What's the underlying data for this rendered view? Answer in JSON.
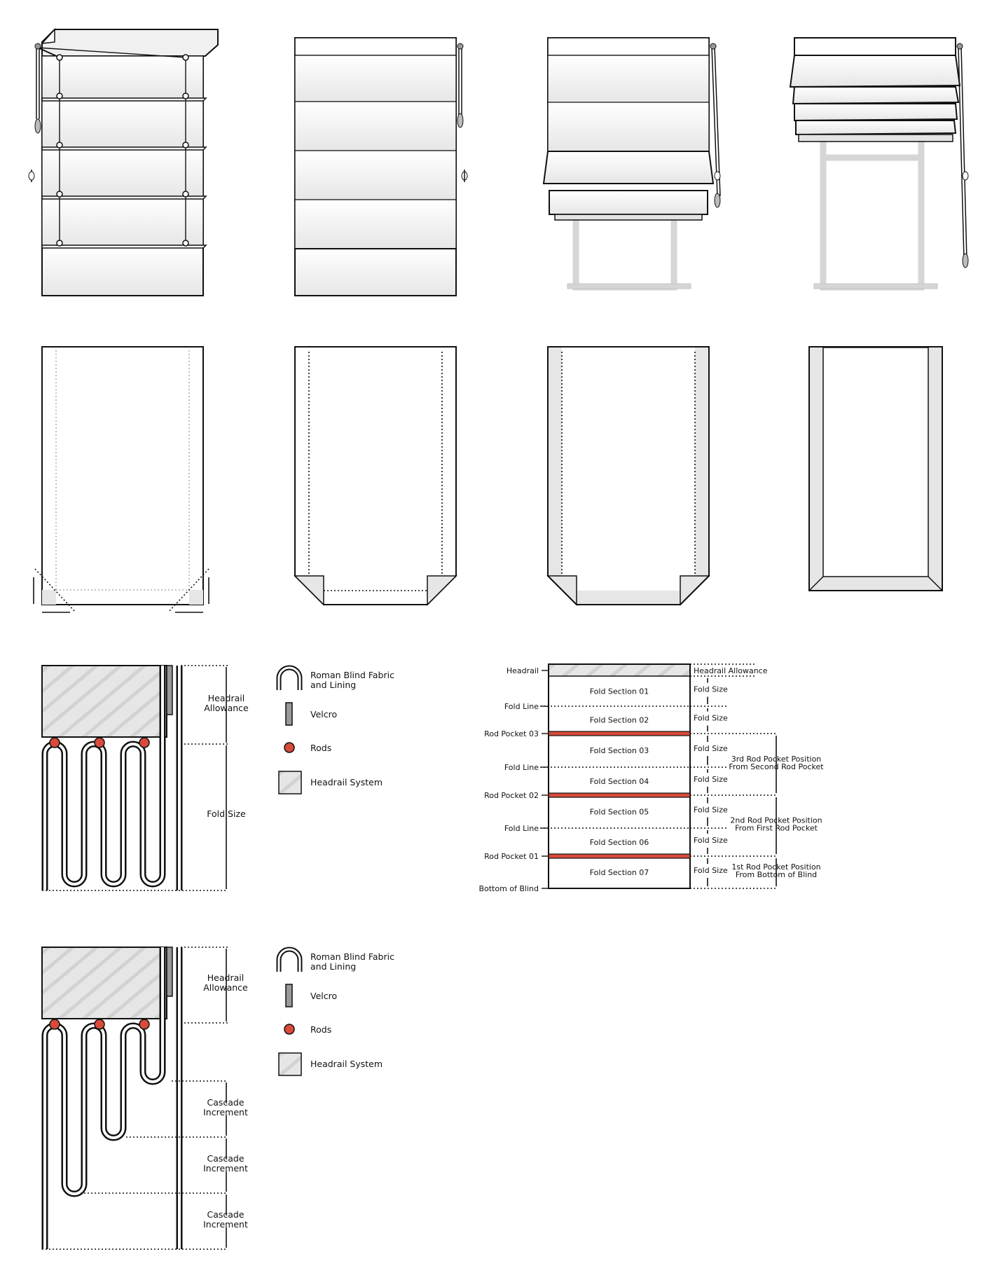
{
  "legend": {
    "fabric": "Roman Blind Fabric\nand Lining",
    "velcro": "Velcro",
    "rods": "Rods",
    "headrail_system": "Headrail System"
  },
  "fold_diagram": {
    "headrail_allowance": "Headrail\nAllowance",
    "fold_size": "Fold Size"
  },
  "cascade_diagram": {
    "headrail_allowance": "Headrail\nAllowance",
    "cascade_increment": "Cascade\nIncrement"
  },
  "measure_chart": {
    "left_labels": [
      "Headrail",
      "Fold Line",
      "Rod Pocket 03",
      "Fold Line",
      "Rod Pocket 02",
      "Fold Line",
      "Rod Pocket 01",
      "Bottom of Blind"
    ],
    "sections": [
      "Fold Section 01",
      "Fold Section 02",
      "Fold Section 03",
      "Fold Section 04",
      "Fold Section 05",
      "Fold Section 06",
      "Fold Section 07"
    ],
    "headrail_allowance": "Headrail Allowance",
    "fold_size": "Fold Size",
    "positions": [
      "3rd Rod Pocket Position\nFrom Second Rod Pocket",
      "2nd Rod Pocket Position\nFrom First Rod Pocket",
      "1st Rod Pocket Position\nFrom Bottom of Blind"
    ]
  },
  "colors": {
    "rod": "#d84a3a",
    "headrail": "#e4e4e4",
    "window": "#d6d6d6"
  }
}
